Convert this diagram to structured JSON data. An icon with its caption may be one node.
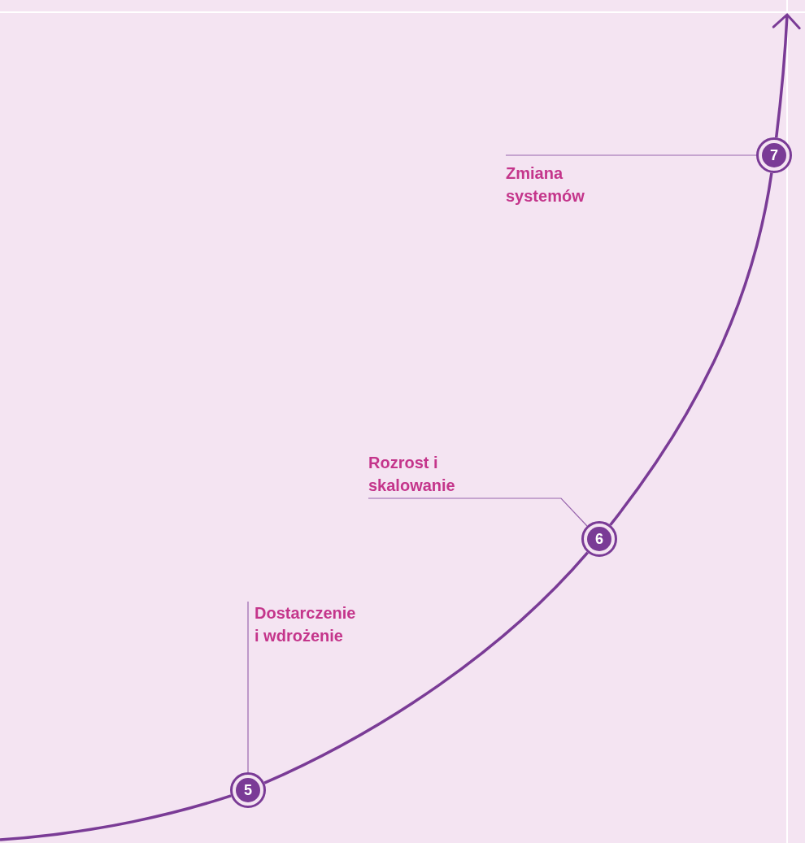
{
  "diagram": {
    "nodes": [
      {
        "text": [
          "7"
        ]
      },
      {
        "text": [
          "Zmiana systemów"
        ]
      },
      {
        "text": [
          "Rozrost i skalowanie"
        ]
      },
      {
        "text": [
          "6"
        ]
      },
      {
        "text": [
          "Dostarczenie i wdrożenie"
        ]
      },
      {
        "text": [
          "5"
        ]
      }
    ],
    "edges": [
      {
        "from": null,
        "to": 5,
        "arrow": "none"
      },
      {
        "from": 5,
        "to": 3,
        "arrow": "none"
      },
      {
        "from": 3,
        "to": 0,
        "arrow": "none"
      },
      {
        "from": 0,
        "to": null,
        "arrow": "to"
      },
      {
        "from": 1,
        "to": 0,
        "arrow": "none"
      },
      {
        "from": 2,
        "to": 3,
        "arrow": "none"
      },
      {
        "from": 4,
        "to": 5,
        "arrow": "none"
      }
    ]
  }
}
